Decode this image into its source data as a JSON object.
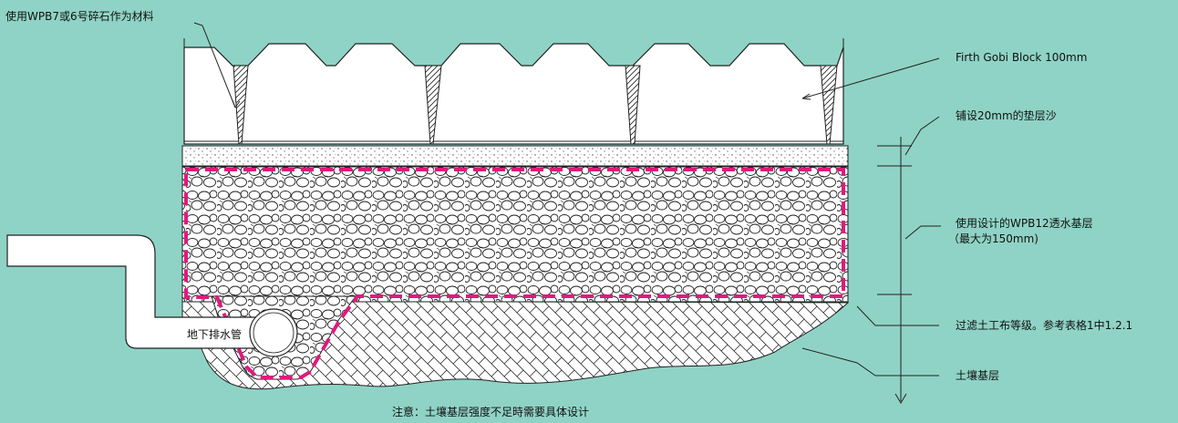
{
  "labels": {
    "material": "使用WPB7或6号碎石作为材料",
    "block": "Firth Gobi Block 100mm",
    "sand": "铺设20mm的垫层沙",
    "base_line1": "使用设计的WPB12透水基层",
    "base_line2": "（最大为150mm)",
    "geotextile": "过滤土工布等级。参考表格1中1.2.1",
    "subgrade": "土壤基层",
    "drain": "地下排水管",
    "note": "注意：土壤基层强度不足時需要具体设计"
  },
  "colors": {
    "background": "#8fd3c6",
    "geotextile_dash": "#e0197e",
    "fill": "#ffffff",
    "ink": "#111111"
  }
}
